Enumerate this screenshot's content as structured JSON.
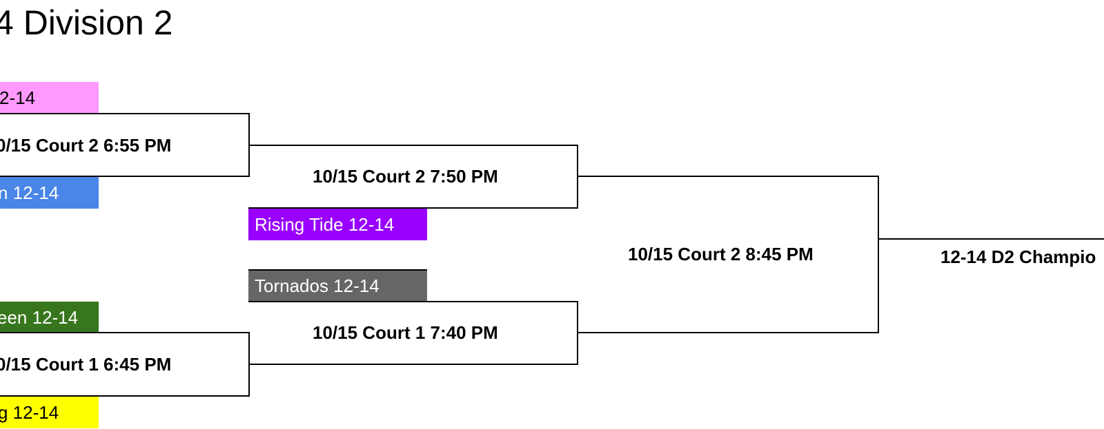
{
  "title": "4 Division 2",
  "round1": {
    "teams": [
      {
        "label": "2-14",
        "color": "#ff99ff",
        "text_color": "#000000"
      },
      {
        "label": "n 12-14",
        "color": "#4a86e8",
        "text_color": "#ffffff"
      },
      {
        "label": "een 12-14",
        "color": "#38761d",
        "text_color": "#ffffff"
      },
      {
        "label": "g 12-14",
        "color": "#ffff00",
        "text_color": "#000000"
      }
    ],
    "games": [
      "0/15 Court 2 6:55 PM",
      "0/15 Court 1 6:45 PM"
    ]
  },
  "round2": {
    "teams": [
      {
        "label": "Rising Tide 12-14",
        "color": "#9900ff",
        "text_color": "#ffffff"
      },
      {
        "label": "Tornados 12-14",
        "color": "#666666",
        "text_color": "#ffffff"
      }
    ],
    "games": [
      "10/15 Court 2 7:50 PM",
      "10/15 Court 1 7:40 PM"
    ]
  },
  "round3": {
    "games": [
      "10/15 Court 2 8:45 PM"
    ]
  },
  "final": {
    "label": "12-14 D2 Champio"
  }
}
